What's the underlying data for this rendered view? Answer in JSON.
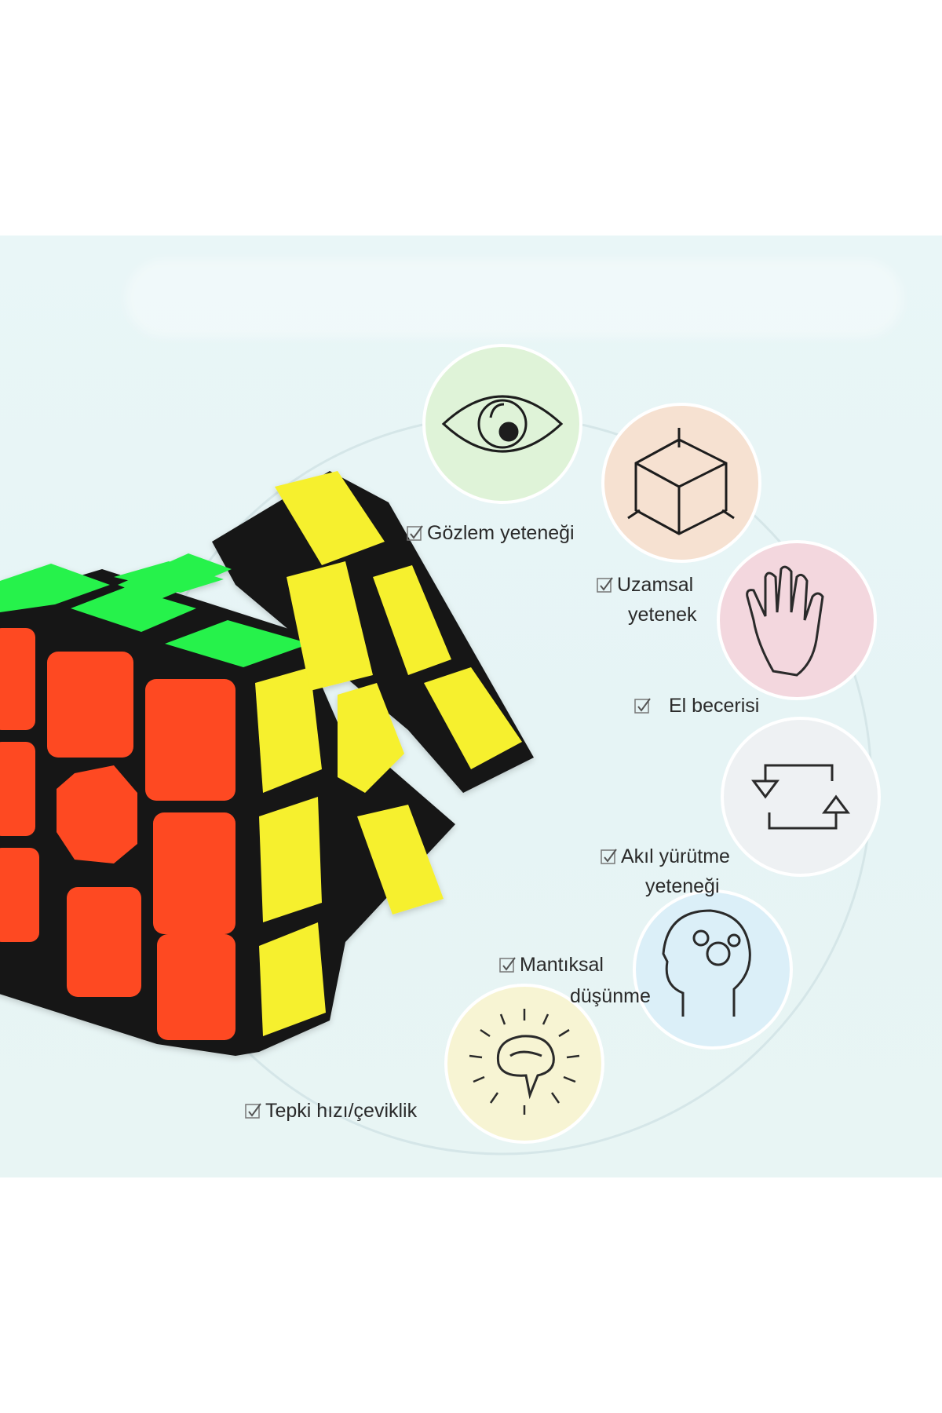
{
  "features": [
    {
      "id": "observation",
      "icon": "eye-icon",
      "color": "#dff3d8",
      "lines": [
        "Gözlem yeteneği"
      ]
    },
    {
      "id": "spatial",
      "icon": "cube-icon",
      "color": "#f6e1d1",
      "lines": [
        "Uzamsal",
        "yetenek"
      ]
    },
    {
      "id": "dexterity",
      "icon": "hand-icon",
      "color": "#f3d7de",
      "lines": [
        "El becerisi"
      ]
    },
    {
      "id": "reasoning",
      "icon": "cycle-arrows-icon",
      "color": "#eef1f3",
      "lines": [
        "Akıl yürütme",
        "yeteneği"
      ]
    },
    {
      "id": "logic",
      "icon": "head-gears-icon",
      "color": "#dbeff8",
      "lines": [
        "Mantıksal",
        "düşünme"
      ]
    },
    {
      "id": "reaction",
      "icon": "brain-burst-icon",
      "color": "#f7f4d3",
      "lines": [
        "Tepki hızı/çeviklik"
      ]
    }
  ],
  "cube_colors": {
    "front": "#fe4a22",
    "top": "#22f54a",
    "side": "#f4f02a",
    "body": "#151515"
  }
}
